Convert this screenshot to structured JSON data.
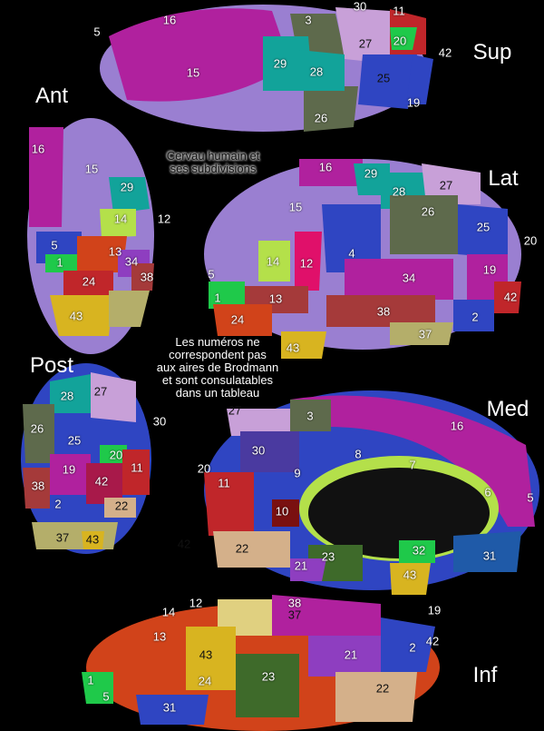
{
  "caption": {
    "line1": "Cervau humain et",
    "line2": "ses subdivisions"
  },
  "note": {
    "lines": [
      "Les numéros ne",
      "correspondent pas",
      "aux aires de Brodmann",
      "et sont consulatables",
      "dans un tableau"
    ]
  },
  "views": {
    "sup": {
      "title": "Sup",
      "labels": [
        "5",
        "16",
        "3",
        "30",
        "11",
        "27",
        "20",
        "42",
        "15",
        "29",
        "28",
        "25",
        "19",
        "26"
      ]
    },
    "ant": {
      "title": "Ant",
      "labels": [
        "16",
        "15",
        "29",
        "14",
        "12",
        "5",
        "13",
        "1",
        "34",
        "24",
        "38",
        "43"
      ]
    },
    "lat": {
      "title": "Lat",
      "labels": [
        "16",
        "29",
        "28",
        "27",
        "15",
        "26",
        "25",
        "20",
        "4",
        "14",
        "12",
        "19",
        "5",
        "34",
        "13",
        "1",
        "42",
        "24",
        "38",
        "2",
        "37",
        "43"
      ]
    },
    "post": {
      "title": "Post",
      "labels": [
        "28",
        "27",
        "30",
        "26",
        "25",
        "20",
        "11",
        "19",
        "42",
        "38",
        "2",
        "22",
        "37",
        "43"
      ]
    },
    "med": {
      "title": "Med",
      "labels": [
        "27",
        "3",
        "16",
        "30",
        "8",
        "7",
        "9",
        "20",
        "6",
        "5",
        "11",
        "10",
        "22",
        "42",
        "32",
        "23",
        "31",
        "21",
        "43"
      ]
    },
    "inf": {
      "title": "Inf",
      "labels": [
        "14",
        "12",
        "38",
        "19",
        "37",
        "13",
        "2",
        "43",
        "21",
        "42",
        "1",
        "24",
        "23",
        "5",
        "22",
        "31"
      ]
    }
  },
  "colors": {
    "magenta": "#b0219e",
    "lavender": "#9a7fd1",
    "blue": "#2f45c2",
    "teal": "#12a39a",
    "olive": "#5e6a4c",
    "red": "#c0262a",
    "orange": "#d1431a",
    "gold": "#d8b420",
    "tan": "#d4b08a",
    "green": "#1fc94a",
    "pink": "#c8a0d8",
    "brownred": "#a53a3a",
    "purple": "#8e3ec0",
    "lime": "#b4e04a"
  }
}
